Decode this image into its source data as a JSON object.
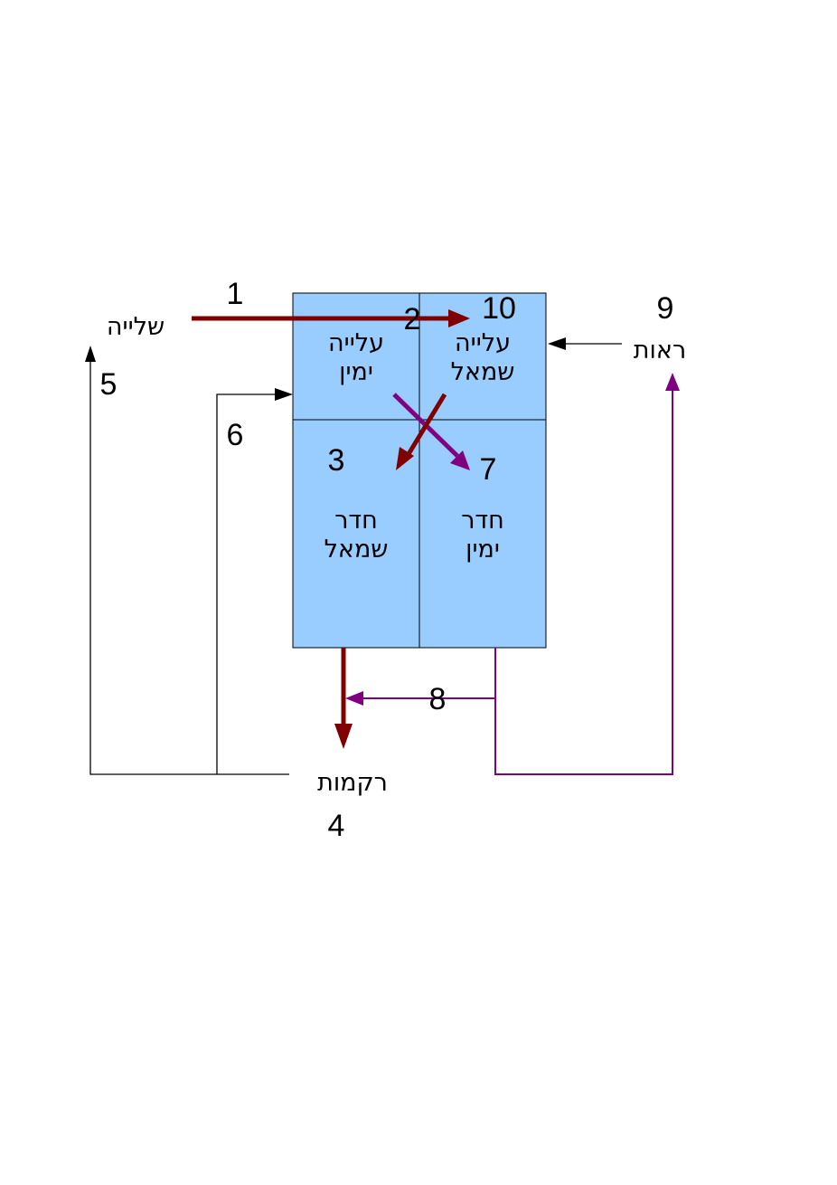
{
  "colors": {
    "cell_fill": "#99ccff",
    "dark_red": "#800000",
    "purple": "#800080",
    "black": "#000000"
  },
  "cells": {
    "top_left": {
      "line1": "עלייה",
      "line2": "ימין"
    },
    "top_right": {
      "line1": "עלייה",
      "line2": "שמאל"
    },
    "bottom_left": {
      "line1": "חדר",
      "line2": "שמאל"
    },
    "bottom_right": {
      "line1": "חדר",
      "line2": "ימין"
    }
  },
  "labels": {
    "shliya": "שלייה",
    "reot": "ראות",
    "rikmot": "רקמות"
  },
  "numbers": {
    "n1": "1",
    "n2": "2",
    "n3": "3",
    "n4": "4",
    "n5": "5",
    "n6": "6",
    "n7": "7",
    "n8": "8",
    "n9": "9",
    "n10": "10"
  }
}
